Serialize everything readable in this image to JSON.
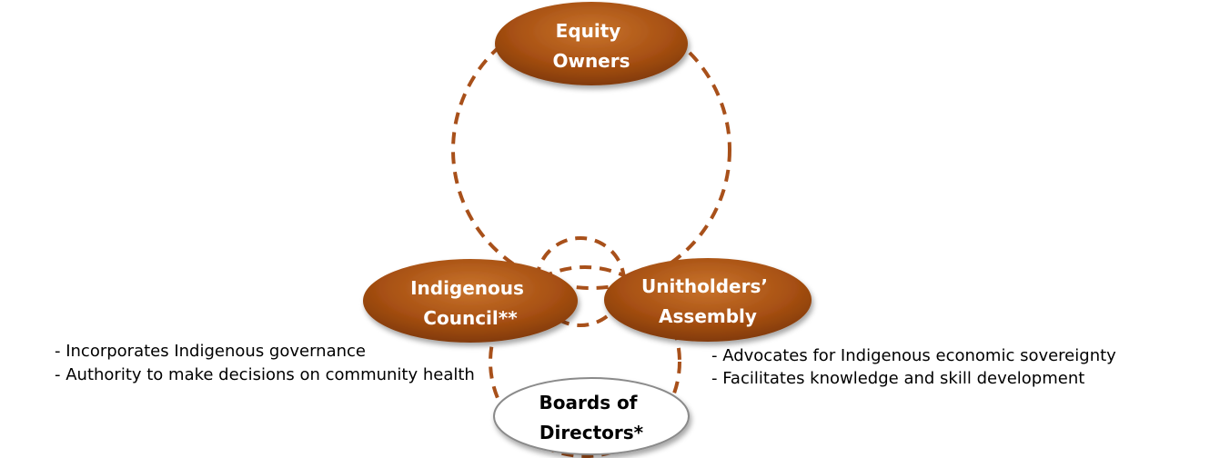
{
  "colors": {
    "node_fill_light": "#c9742c",
    "node_fill": "#a64f12",
    "node_fill_dark": "#7a3608",
    "node_text": "#ffffff",
    "connector": "#a8501a",
    "board_fill": "#ffffff",
    "board_stroke": "#8a8a8a",
    "board_text": "#000000",
    "note_text": "#000000"
  },
  "nodes": {
    "equity_owners": {
      "line1": "Equity",
      "line2": "Owners"
    },
    "indigenous_council": {
      "line1": "Indigenous",
      "line2": "Council**"
    },
    "unitholders_assembly": {
      "line1": "Unitholders’",
      "line2": "Assembly"
    },
    "boards_of_directors": {
      "line1": "Boards of",
      "line2": "Directors*"
    }
  },
  "notes": {
    "council": [
      "- Incorporates Indigenous governance",
      "- Authority to make decisions on community health"
    ],
    "assembly": [
      "- Advocates for Indigenous economic sovereignty",
      "- Facilitates knowledge and skill development"
    ]
  }
}
